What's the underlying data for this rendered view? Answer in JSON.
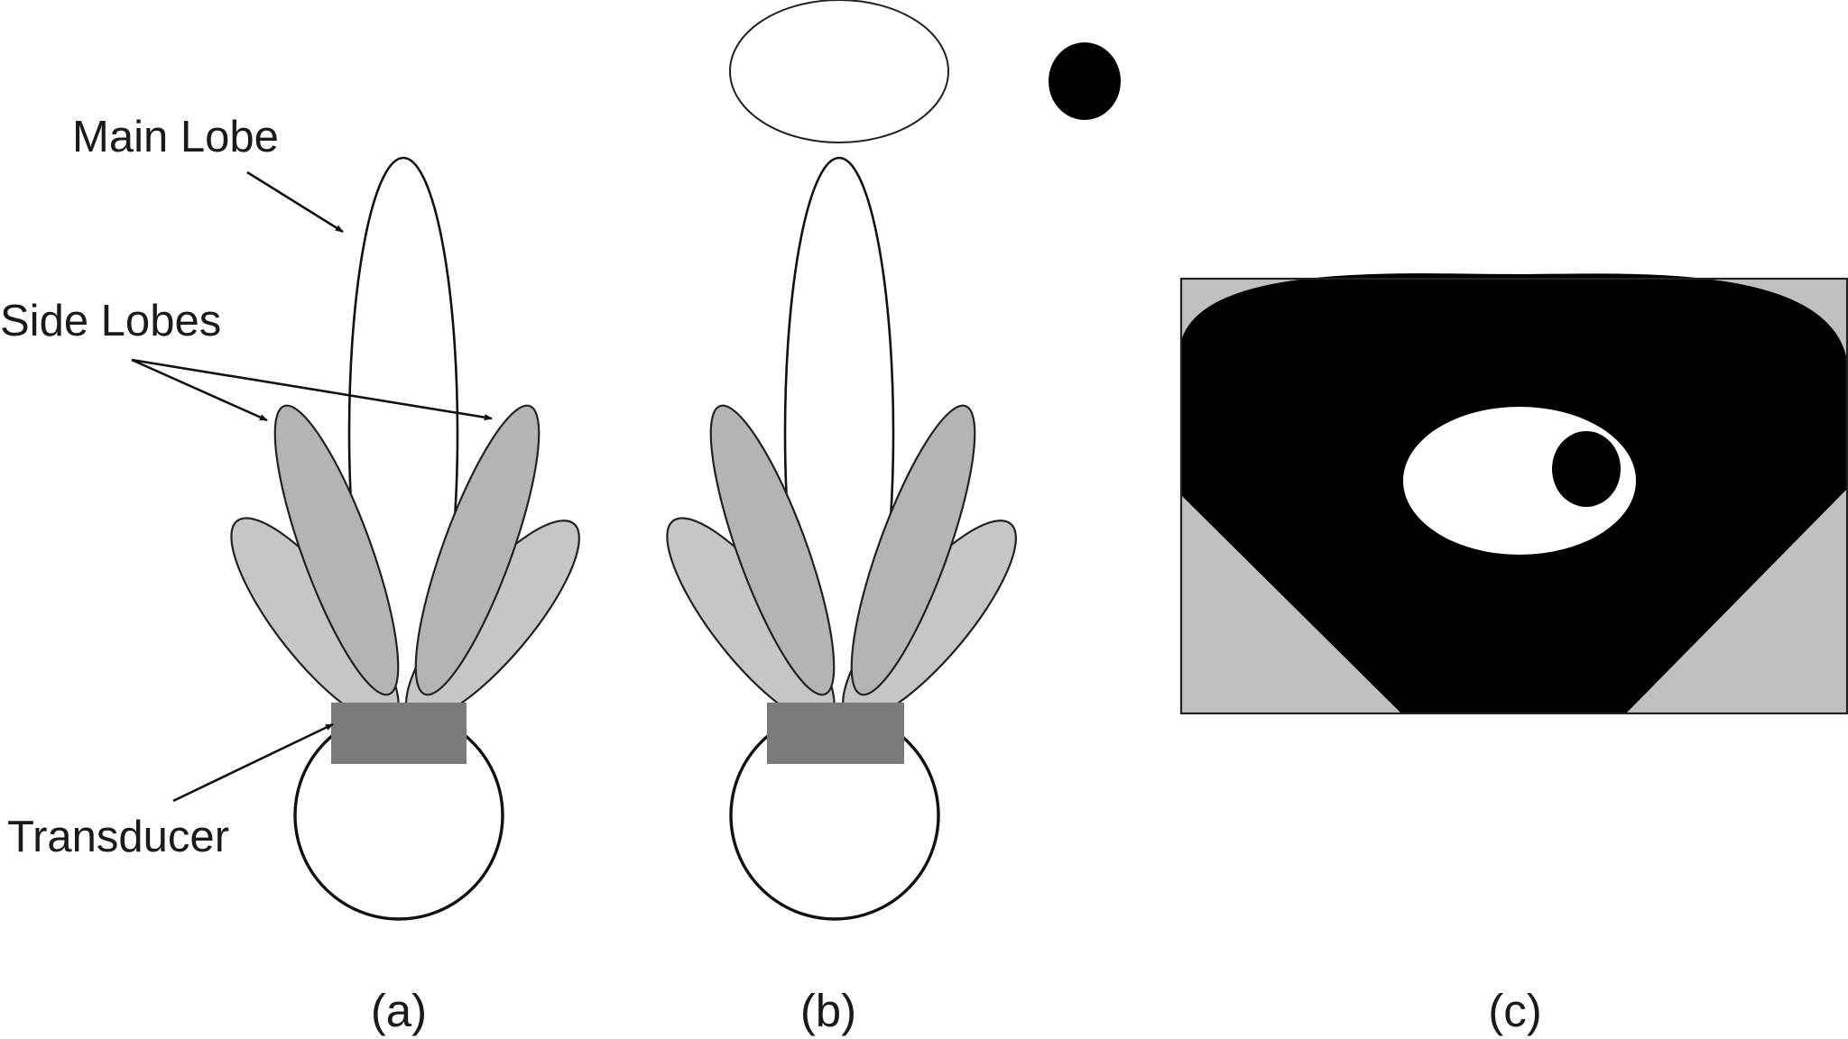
{
  "labels": {
    "main_lobe": "Main Lobe",
    "side_lobes": "Side Lobes",
    "transducer": "Transducer"
  },
  "panels": {
    "a": "(a)",
    "b": "(b)",
    "c": "(c)"
  },
  "colors": {
    "background": "#ffffff",
    "main_lobe_fill": "#ffffff",
    "outer_side_lobe_fill": "#c6c6c6",
    "inner_side_lobe_fill": "#b4b4b4",
    "transducer_fill": "#7b7b7b",
    "image_background": "#c0c0c0",
    "image_field": "#000000",
    "target_dark": "#000000",
    "target_light": "#ffffff"
  }
}
